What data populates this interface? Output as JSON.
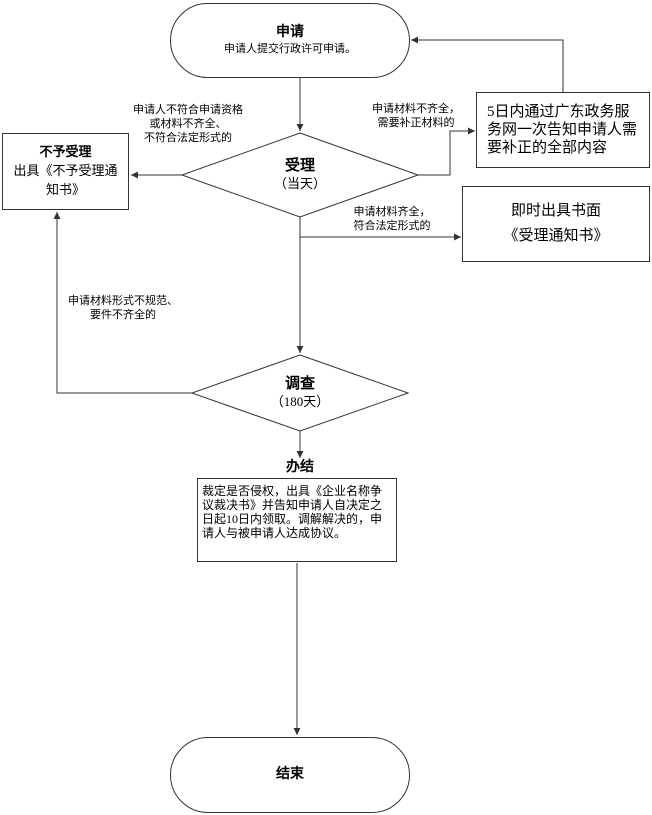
{
  "theme": {
    "background": "#ffffff",
    "text_color": "#000000",
    "line_color": "#333333"
  },
  "nodes": {
    "start": {
      "title": "申请",
      "desc": "申请人提交行政许可申请。"
    },
    "accept": {
      "title": "受理",
      "desc": "（当天）"
    },
    "reject": {
      "title": "不予受理",
      "desc": "出具《不予受理通知书》"
    },
    "supplement": {
      "desc": "5日内通过广东政务服务网一次告知申请人需要补正的全部内容"
    },
    "notify": {
      "desc": "即时出具书面\n《受理通知书》"
    },
    "investigate": {
      "title": "调查",
      "desc": "（180天）"
    },
    "conclude": {
      "title": "办结",
      "desc": "裁定是否侵权，出具《企业名称争议裁决书》并告知申请人自决定之日起10日内领取。调解解决的，申请人与被申请人达成协议。"
    },
    "end": {
      "title": "结束"
    }
  },
  "edge_labels": {
    "not_qualified": "申请人不符合申请资格\n或材料不齐全、\n不符合法定形式的",
    "incomplete": "申请材料不齐全，\n需要补正材料的",
    "complete": "申请材料齐全，\n符合法定形式的",
    "irregular": "申请材料形式不规范、\n要件不齐全的"
  }
}
